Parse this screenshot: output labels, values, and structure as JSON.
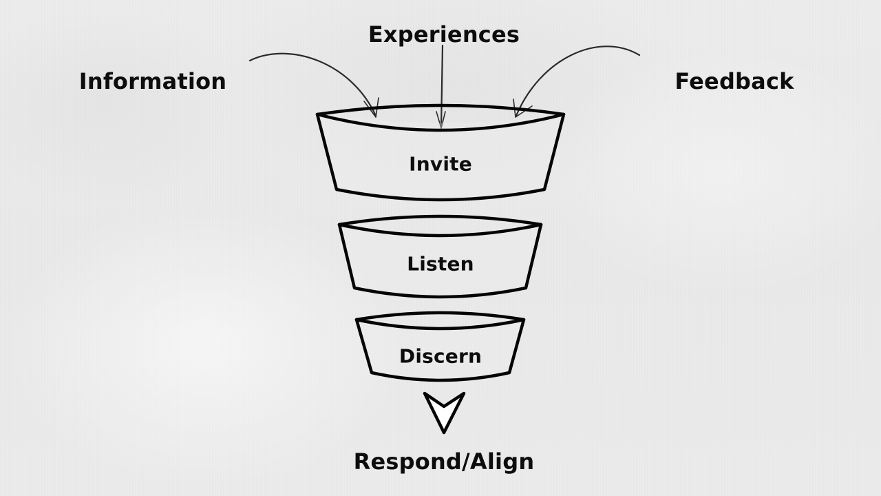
{
  "diagram": {
    "type": "funnel",
    "inputs": [
      {
        "label": "Information",
        "position": "left"
      },
      {
        "label": "Experiences",
        "position": "top-center"
      },
      {
        "label": "Feedback",
        "position": "right"
      }
    ],
    "stages": [
      {
        "label": "Invite"
      },
      {
        "label": "Listen"
      },
      {
        "label": "Discern"
      }
    ],
    "output": {
      "label": "Respond/Align"
    },
    "colors": {
      "stroke": "#050505",
      "text": "#0d0d0d",
      "background": "#ebebeb",
      "arrow_fill": "#ffffff"
    }
  }
}
